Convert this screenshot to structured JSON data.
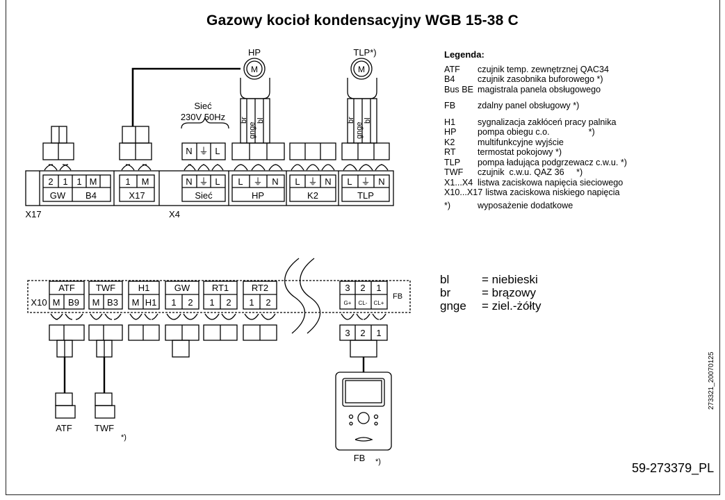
{
  "title": "Gazowy kocioł kondensacyjny WGB 15-38 C",
  "legend": {
    "heading": "Legenda:",
    "items": [
      {
        "key": "ATF",
        "desc": "czujnik temp. zewnętrznej QAC34"
      },
      {
        "key": "B4",
        "desc": "czujnik zasobnika buforowego *)"
      },
      {
        "key": "Bus BE",
        "desc": "magistrala panela obsługowego"
      },
      {
        "key": "FB",
        "desc": "zdalny panel obsługowy *)"
      },
      {
        "key": "H1",
        "desc": "sygnalizacja zakłóceń pracy palnika"
      },
      {
        "key": "HP",
        "desc": "pompa obiegu c.o.                *)"
      },
      {
        "key": "K2",
        "desc": "multifunkcyjne wyjście"
      },
      {
        "key": "RT",
        "desc": "termostat pokojowy *)"
      },
      {
        "key": "TLP",
        "desc": "pompa ładująca podgrzewacz c.w.u. *)"
      },
      {
        "key": "TWF",
        "desc": "czujnik  c.w.u. QAZ 36     *)"
      },
      {
        "key": "X1...X4",
        "desc": "listwa zaciskowa napięcia sieciowego"
      },
      {
        "key": "X10...X17",
        "desc": "listwa zaciskowa niskiego napięcia"
      },
      {
        "key": "*)",
        "desc": "wyposażenie dodatkowe"
      }
    ]
  },
  "colors": [
    {
      "key": "bl",
      "desc": "= niebieski"
    },
    {
      "key": "br",
      "desc": "= brązowy"
    },
    {
      "key": "gnge",
      "desc": "= ziel.-żółty"
    }
  ],
  "top_strip": {
    "x17_label": "X17",
    "x4_label": "X4",
    "gw": {
      "pins": [
        "2",
        "1"
      ],
      "label": "GW"
    },
    "b4": {
      "pins": [
        "1",
        "M"
      ],
      "label": "B4"
    },
    "x17": {
      "pins": [
        "1",
        "M"
      ],
      "label": "X17"
    },
    "siec": {
      "pins": [
        "N",
        "⏚",
        "L"
      ],
      "label": "Sieć"
    },
    "hp": {
      "pins": [
        "L",
        "⏚",
        "N"
      ],
      "label": "HP"
    },
    "k2": {
      "pins": [
        "L",
        "⏚",
        "N"
      ],
      "label": "K2"
    },
    "tlp": {
      "pins": [
        "L",
        "⏚",
        "N"
      ],
      "label": "TLP"
    }
  },
  "supply": {
    "line1": "Sieć",
    "line2": "230V 50Hz",
    "pins": [
      "N",
      "⏚",
      "L"
    ]
  },
  "pumps": {
    "hp": {
      "label": "HP",
      "wires": [
        "br",
        "gnge",
        "bl"
      ]
    },
    "tlp": {
      "label": "TLP*)",
      "wires": [
        "br",
        "gnge",
        "bl"
      ]
    },
    "motor": "M"
  },
  "bottom_strip": {
    "x10_label": "X10",
    "fb_label": "FB",
    "groups": [
      {
        "label": "ATF",
        "pins": [
          "M",
          "B9"
        ]
      },
      {
        "label": "TWF",
        "pins": [
          "M",
          "B3"
        ]
      },
      {
        "label": "H1",
        "pins": [
          "M",
          "H1"
        ]
      },
      {
        "label": "GW",
        "pins": [
          "1",
          "2"
        ]
      },
      {
        "label": "RT1",
        "pins": [
          "1",
          "2"
        ]
      },
      {
        "label": "RT2",
        "pins": [
          "1",
          "2"
        ]
      }
    ],
    "fb_nums": [
      "3",
      "2",
      "1"
    ],
    "fb_pins": [
      "G+",
      "CL-",
      "CL+"
    ],
    "fb_plug": [
      "3",
      "2",
      "1"
    ]
  },
  "sensors": {
    "atf": "ATF",
    "twf": "TWF",
    "twf_note": "*)",
    "fb": "FB",
    "fb_note": "*)"
  },
  "ref_code": "59-273379_PL",
  "vertical_ref": "273321_20070125"
}
